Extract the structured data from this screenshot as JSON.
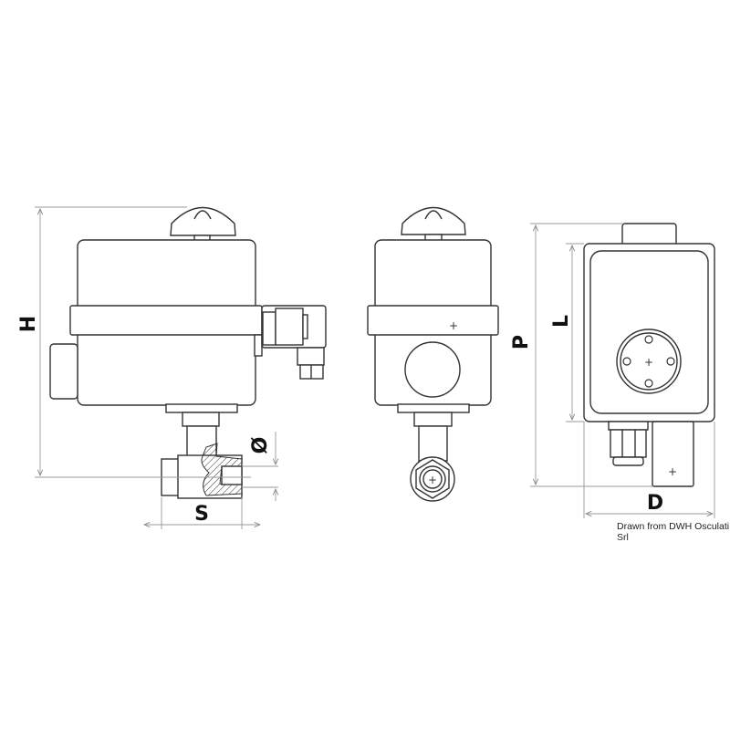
{
  "dimensions": {
    "height": "H",
    "span": "S",
    "diameter": "Ø",
    "depth_total": "P",
    "length": "L",
    "depth": "D"
  },
  "credit": "Drawn from DWH Osculati Srl",
  "colors": {
    "line": "#333333",
    "dimension_line": "#999999",
    "background": "#ffffff"
  }
}
